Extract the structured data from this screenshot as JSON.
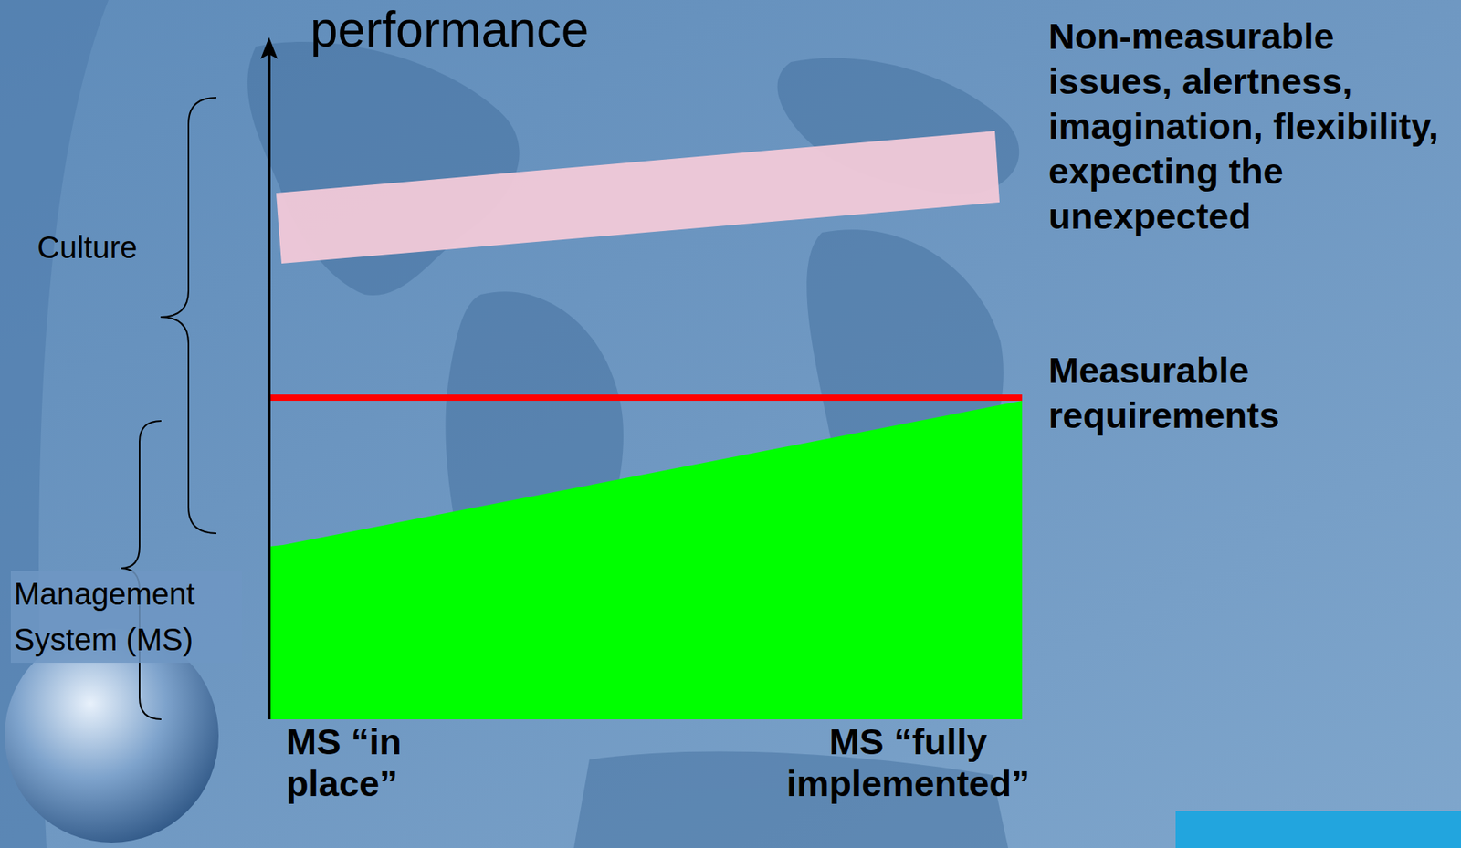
{
  "diagram": {
    "labels": [
      "performance",
      "Culture",
      "Management System (MS)",
      "Non-measurable issues, alertness, imagination, flexibility, expecting the unexpected",
      "Measurable requirements",
      "MS “in place”",
      "MS “fully implemented”"
    ]
  }
}
